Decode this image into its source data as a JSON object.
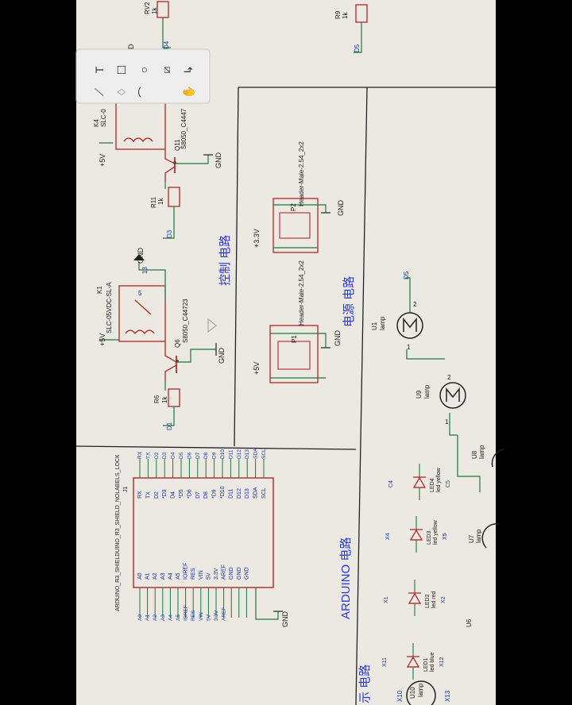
{
  "colors": {
    "screen_bg": "#ece9e3",
    "wire": "#1a7a3a",
    "red_wire": "#c0302a",
    "component": "#b01818",
    "pin_text": "#1a30a0",
    "title_text": "#2a3bd0",
    "net_label": "#1d3fb0",
    "frame": "#222222",
    "toolbar_bg": "#eeeeee"
  },
  "sections": {
    "control": "控制 电路",
    "power": "电源 电路",
    "arduino": "ARDUINO 电路",
    "display": "示 电路"
  },
  "arduino": {
    "title": "ARDUINO_R3_SHIELDUINO_R3_SHIELD_NOLABELS_LOCK",
    "ref": "J1",
    "left_pins": [
      "A0",
      "A1",
      "A2",
      "A3",
      "A4",
      "A5",
      "IOREF",
      "RES",
      "VIN",
      "5V",
      "3.3V",
      "AREF",
      "GND",
      "GND",
      "GND"
    ],
    "left_nets": [
      "A0",
      "A1",
      "A2",
      "A3",
      "A4",
      "A5",
      "IOREF",
      "RES",
      "VIN",
      "5V",
      "3.3V",
      "AREF"
    ],
    "right_pins": [
      "RX",
      "TX",
      "D2",
      "*D3",
      "D4",
      "*D5",
      "*D6",
      "D7",
      "D8",
      "*D9",
      "*D10",
      "D11",
      "D12",
      "D13",
      "SDA",
      "SCL"
    ],
    "right_nets": [
      "RX",
      "TX",
      "D2",
      "D3",
      "D4",
      "D5",
      "D6",
      "D7",
      "D8",
      "D9",
      "D10",
      "D11",
      "D12",
      "D13",
      "SDA",
      "SCL"
    ],
    "gnd": "GND"
  },
  "relay1": {
    "ref": "K1",
    "part": "SLC-05VDC-SL-A",
    "pin5": "5",
    "pin13": "13",
    "gnd": "GND",
    "supply": "+5V"
  },
  "relay2": {
    "ref": "K4",
    "part": "SLC-0",
    "supply": "+5V"
  },
  "q6": {
    "ref": "Q6",
    "part": "S8050_C44723",
    "gnd": "GND"
  },
  "q11": {
    "ref": "Q11",
    "part": "S8050_C4447",
    "gnd": "GND"
  },
  "r6": {
    "ref": "R6",
    "value": "1k",
    "net": "D1"
  },
  "r11": {
    "ref": "R11",
    "value": "1k",
    "net": "D3"
  },
  "rv2": {
    "ref": "RV2",
    "value": "1k"
  },
  "r9": {
    "ref": "R9",
    "value": "1k",
    "net": "D5"
  },
  "misc_net_d": "D",
  "misc_net_d4": "D4",
  "p1": {
    "ref": "P1",
    "part": "Header-Male-2.54_2x2",
    "supply": "+5V",
    "gnd": "GND"
  },
  "p2": {
    "ref": "P2",
    "part": "Header-Male-2.54_2x2",
    "supply": "+3.3V",
    "gnd": "GND"
  },
  "lamps": [
    {
      "ref": "U1",
      "type": "lamp",
      "net": "D5",
      "p1": "1",
      "p2": "2"
    },
    {
      "ref": "U9",
      "type": "lamp",
      "p1": "1",
      "p2": "2"
    },
    {
      "ref": "U8",
      "type": "lamp"
    },
    {
      "ref": "U7",
      "type": "lamp"
    },
    {
      "ref": "U10",
      "type": "lamp"
    }
  ],
  "leds": [
    {
      "ref": "LED4",
      "color": "led yellow",
      "net_top": "C4",
      "net_bot": "C5"
    },
    {
      "ref": "LED3",
      "color": "led yellow",
      "net_top": "X4",
      "net_bot": "X5"
    },
    {
      "ref": "LED2",
      "color": "led red",
      "net_top": "X1",
      "net_bot": "X2"
    },
    {
      "ref": "LED1",
      "color": "led blue",
      "net_top": "X11",
      "net_bot": "X12"
    }
  ],
  "u6": "U6",
  "x10": "X10",
  "x13": "X13",
  "toolbar_glyphs": [
    "T",
    "☐",
    "○",
    "⧄",
    "↳",
    "⟋",
    "♢",
    "⌒",
    "✋"
  ]
}
